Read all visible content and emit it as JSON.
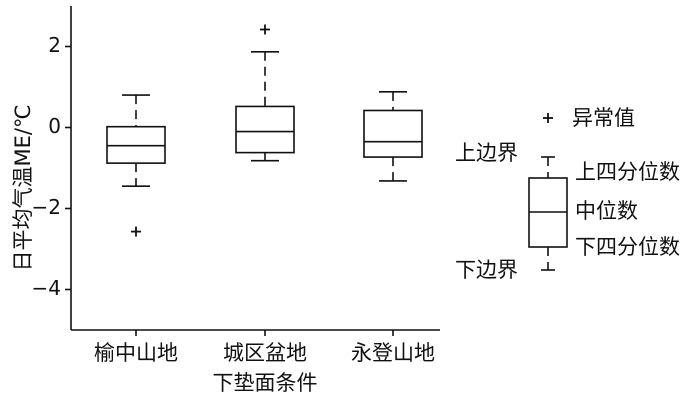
{
  "chart_data": {
    "type": "box",
    "title": "",
    "xlabel": "下垫面条件",
    "ylabel": "日平均气温ME/℃",
    "ylim": [
      -5,
      3
    ],
    "yticks": [
      -4,
      -2,
      0,
      2
    ],
    "ytick_labels": [
      "−4",
      "−2",
      "0",
      "2"
    ],
    "grid": false,
    "categories": [
      "榆中山地",
      "城区盆地",
      "永登山地"
    ],
    "boxes": [
      {
        "category": "榆中山地",
        "whisker_low": -1.45,
        "q1": -0.88,
        "median": -0.45,
        "q3": 0.02,
        "whisker_high": 0.8,
        "outliers": [
          -2.57
        ]
      },
      {
        "category": "城区盆地",
        "whisker_low": -0.82,
        "q1": -0.62,
        "median": -0.1,
        "q3": 0.52,
        "whisker_high": 1.87,
        "outliers": [
          2.42
        ]
      },
      {
        "category": "永登山地",
        "whisker_low": -1.32,
        "q1": -0.73,
        "median": -0.35,
        "q3": 0.42,
        "whisker_high": 0.88,
        "outliers": []
      }
    ],
    "legend": {
      "placement": "right",
      "outlier": "异常值",
      "upper_whisker": "上边界",
      "q3": "上四分位数",
      "median": "中位数",
      "q1": "下四分位数",
      "lower_whisker": "下边界"
    }
  }
}
